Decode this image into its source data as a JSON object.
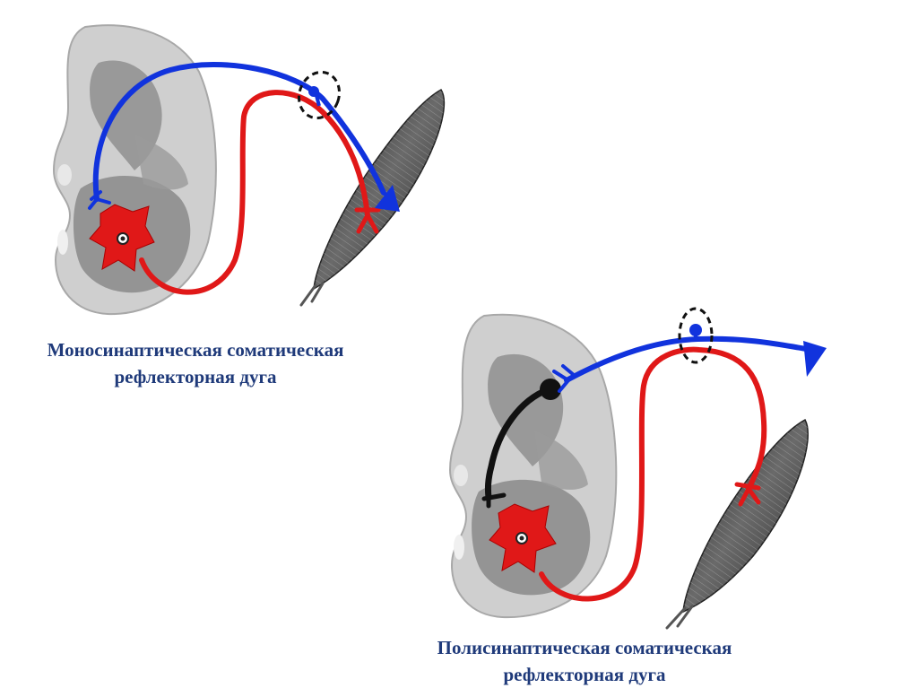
{
  "slide": {
    "background": "#ffffff",
    "caption_color": "#1f3a7a"
  },
  "diagrams": {
    "monosynaptic": {
      "caption": [
        "Моносинаптическая соматическая",
        "рефлекторная дуга"
      ]
    },
    "polysynaptic": {
      "caption": [
        "Полисинаптическая соматическая",
        "рефлекторная дуга"
      ]
    }
  },
  "colors": {
    "sensory_neuron": "#1133dd",
    "motor_neuron": "#e01818",
    "interneuron": "#111111",
    "grey_matter": "#8e8e8e",
    "white_matter": "#c9c9c9",
    "muscle": "#3a3a3a"
  }
}
